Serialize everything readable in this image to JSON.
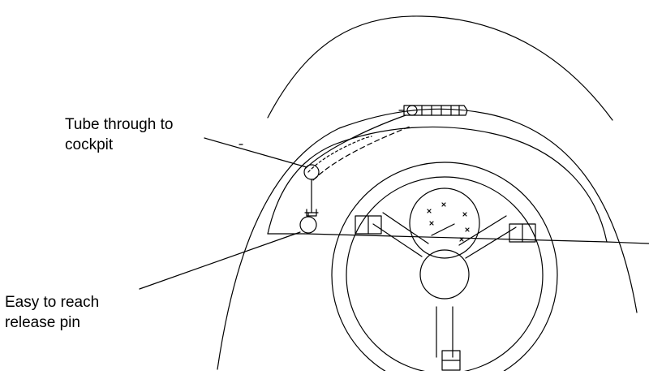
{
  "diagram": {
    "labels": {
      "tube": [
        "Tube through to",
        "cockpit"
      ],
      "pin": [
        "Easy to reach",
        "release pin"
      ]
    },
    "colors": {
      "line": "#000000",
      "background": "#ffffff"
    },
    "components": {
      "canopy": "canopy-outline",
      "cowl": "cockpit-cowl-arch",
      "wheel": "steering-wheel",
      "gauge": "dial-gauge",
      "tube": "release-tube",
      "pin": "release-pin-handle",
      "mechanism": "rear-release-mechanism"
    }
  }
}
